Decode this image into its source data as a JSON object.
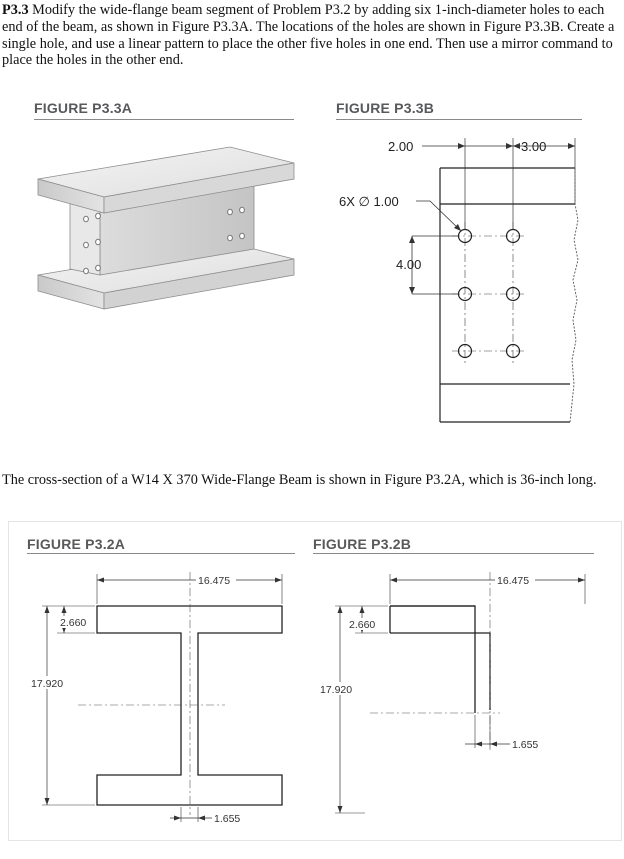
{
  "problem": {
    "number": "P3.3",
    "text": " Modify the wide-flange beam segment of Problem P3.2 by adding six 1-inch-diameter holes to each end of the beam, as shown in Figure P3.3A. The locations of the holes are shown in Figure P3.3B. Create a single hole, and use a linear pattern to place the other five holes in one end. Then use a mirror command to place the holes in the other end."
  },
  "figure_p33a": {
    "title": "FIGURE P3.3A"
  },
  "figure_p33b": {
    "title": "FIGURE P3.3B",
    "dim_spacing_x": "2.00",
    "dim_edge": "3.00",
    "hole_callout": "6X ∅ 1.00",
    "dim_spacing_y": "4.00"
  },
  "section_text": "The cross-section of a W14 X 370 Wide-Flange Beam is shown in Figure P3.2A, which is 36-inch long.",
  "figure_p32a": {
    "title": "FIGURE P3.2A",
    "dim_width": "16.475",
    "dim_flange": "2.660",
    "dim_height": "17.920",
    "dim_web": "1.655"
  },
  "figure_p32b": {
    "title": "FIGURE P3.2B",
    "dim_width": "16.475",
    "dim_flange": "2.660",
    "dim_height": "17.920",
    "dim_web": "1.655"
  }
}
